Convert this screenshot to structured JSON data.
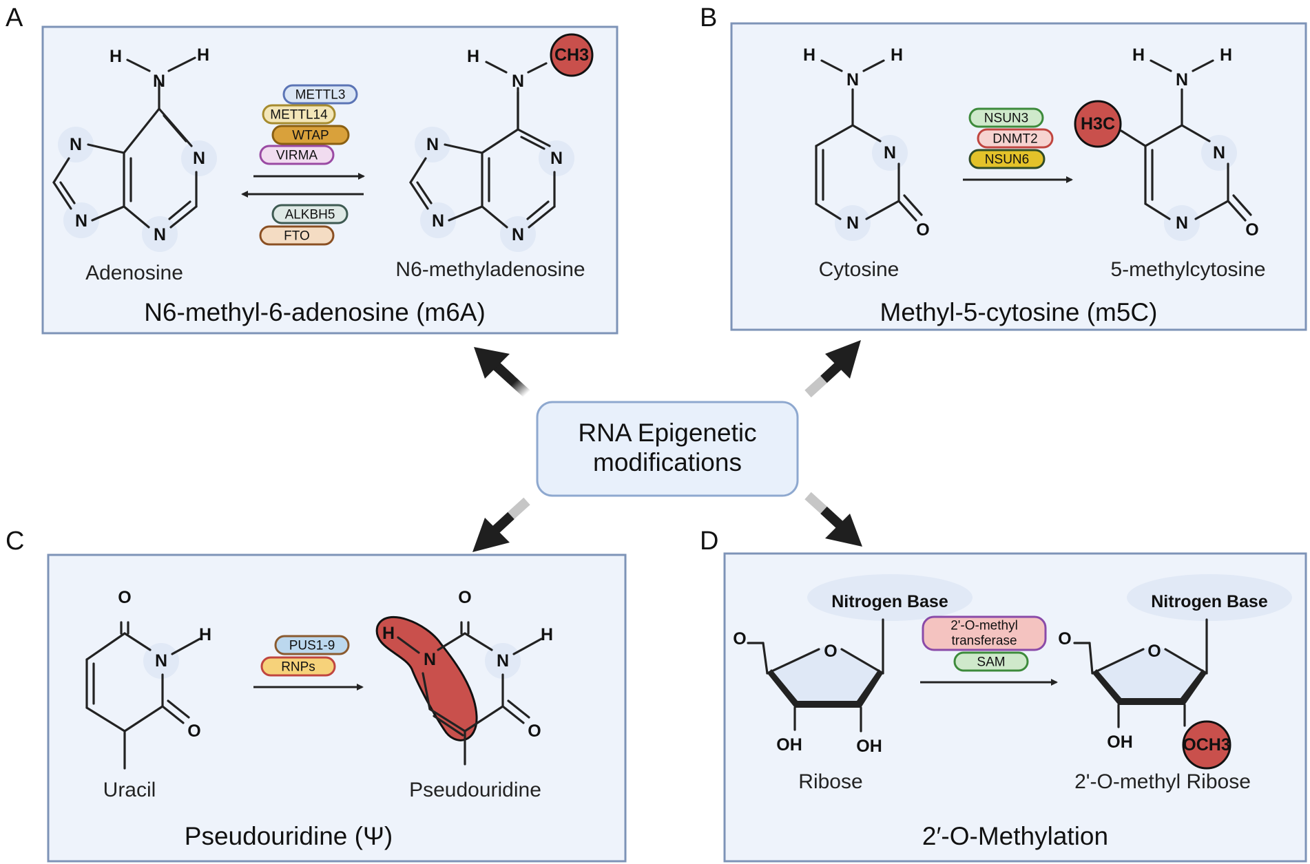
{
  "center": {
    "line1": "RNA Epigenetic",
    "line2": "modifications"
  },
  "panels": {
    "A": {
      "letter": "A",
      "title": "N6-methyl-6-adenosine (m6A)",
      "substrate": "Adenosine",
      "product": "N6-methyladenosine",
      "writers": [
        "METTL3",
        "METTL14",
        "WTAP",
        "VIRMA"
      ],
      "erasers": [
        "ALKBH5",
        "FTO"
      ],
      "methyl": "CH3"
    },
    "B": {
      "letter": "B",
      "title": "Methyl-5-cytosine (m5C)",
      "substrate": "Cytosine",
      "product": "5-methylcytosine",
      "enzymes": [
        "NSUN3",
        "DNMT2",
        "NSUN6"
      ],
      "methyl": "H3C"
    },
    "C": {
      "letter": "C",
      "title": "Pseudouridine (Ψ)",
      "substrate": "Uracil",
      "product": "Pseudouridine",
      "enzymes": [
        "PUS1-9",
        "RNPs"
      ]
    },
    "D": {
      "letter": "D",
      "title": "2′-O-Methylation",
      "substrate": "Ribose",
      "product": "2'-O-methyl Ribose",
      "enzyme_line1": "2'-O-methyl",
      "enzyme_line2": "transferase",
      "cofactor": "SAM",
      "base_label": "Nitrogen Base",
      "methyl": "OCH3"
    }
  },
  "atoms": {
    "N": "N",
    "H": "H",
    "O": "O",
    "OH": "OH"
  },
  "colors": {
    "panel_fill": "#eef3fb",
    "panel_border": "#7d93b7",
    "methyl_red": "#c9504c",
    "arrow": "#1f1f1f"
  }
}
